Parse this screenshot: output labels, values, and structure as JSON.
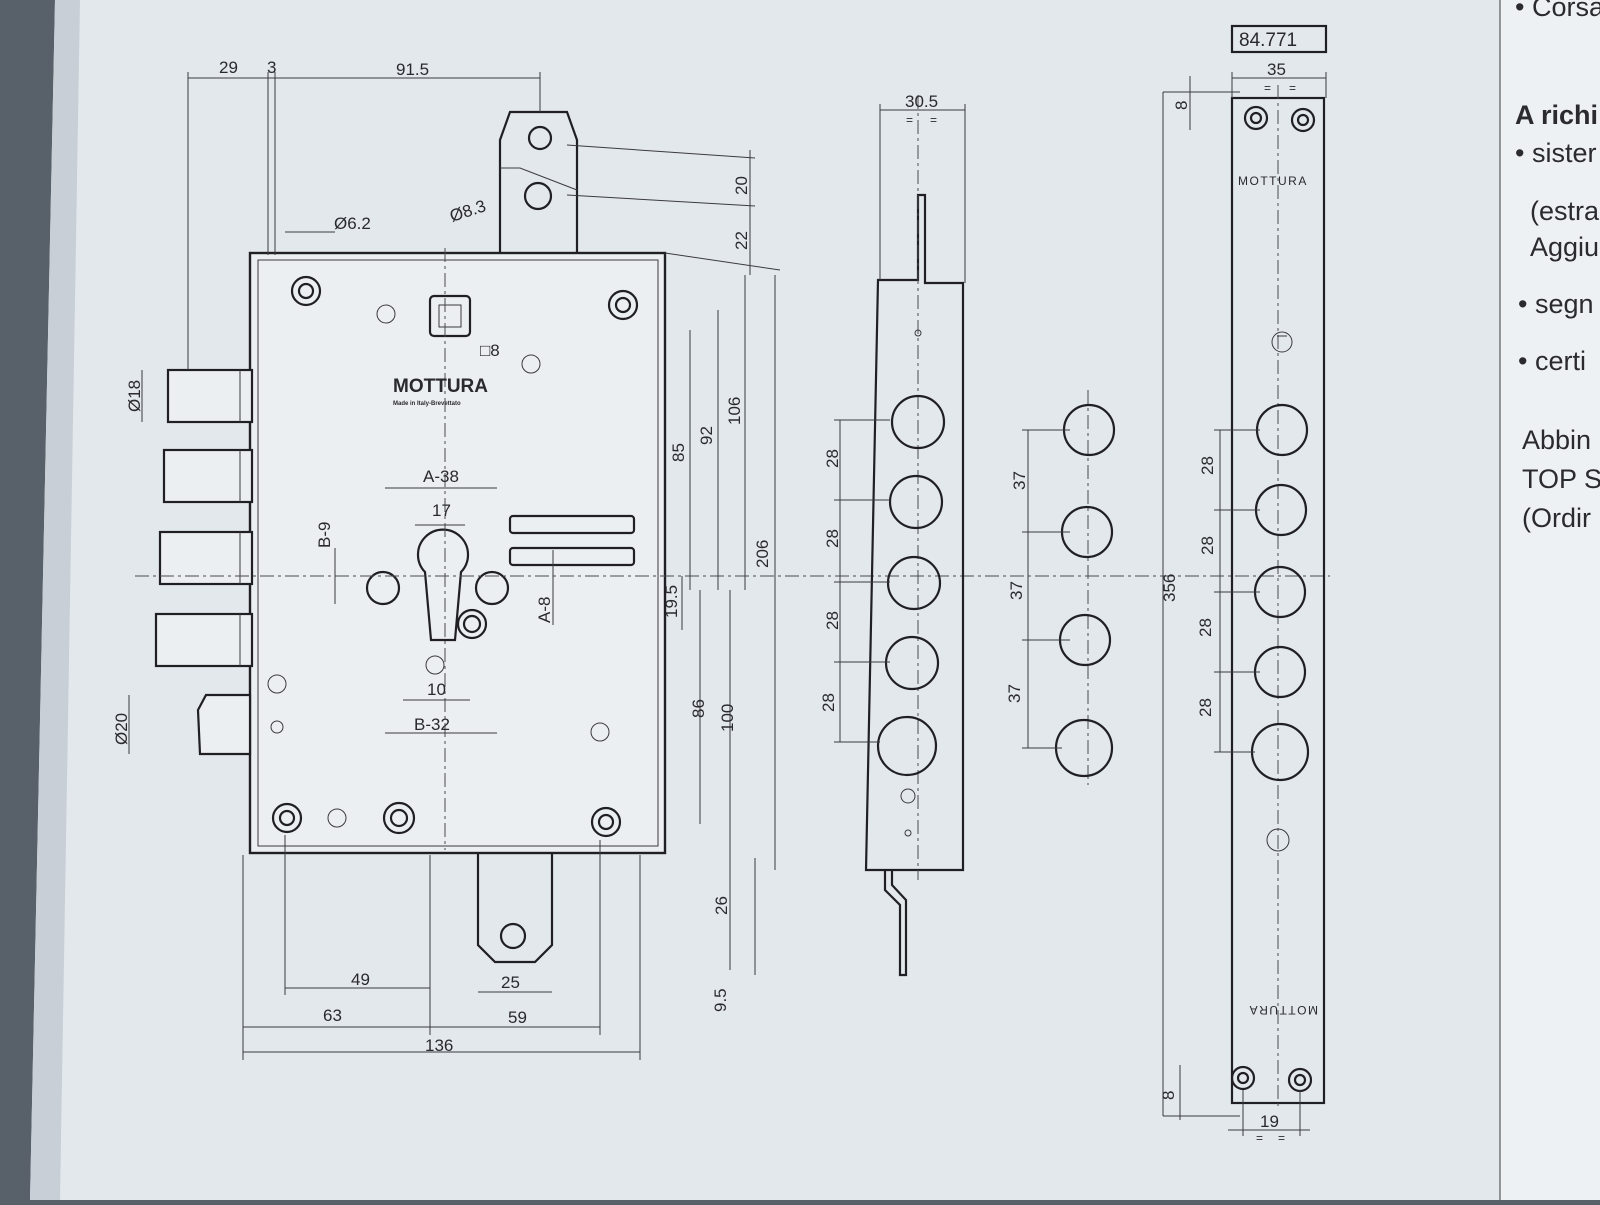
{
  "drawing": {
    "ref_code": "84.771",
    "brand_main": "MOTTURA",
    "brand_small": "Made in Italy-Brevettato",
    "plate_top_text": "MOTTURA",
    "plate_bottom_text": "MOTTURA"
  },
  "dimensions": {
    "d29": "29",
    "d3": "3",
    "d91_5": "91.5",
    "d6_2": "Ø6.2",
    "d8_3": "Ø8.3",
    "d20": "20",
    "d22": "22",
    "d8sq": "□8",
    "d18": "Ø18",
    "d20b": "Ø20",
    "a38": "A-38",
    "d17": "17",
    "b9": "B-9",
    "a8": "A-8",
    "d10": "10",
    "b32": "B-32",
    "d85": "85",
    "d92": "92",
    "d106": "106",
    "d206": "206",
    "d19_5": "19.5",
    "d86": "86",
    "d100": "100",
    "d26": "26",
    "d9_5": "9.5",
    "d49": "49",
    "d25": "25",
    "d63": "63",
    "d59": "59",
    "d136": "136",
    "d30_5": "30.5",
    "d28": "28",
    "d37": "37",
    "d35": "35",
    "d8": "8",
    "d356": "356",
    "d19": "19",
    "eq": "="
  },
  "sidebar": {
    "lines": [
      "• Corsa",
      "A richi",
      "• sister",
      "(estra",
      "Aggiu",
      "• segn",
      "• certi",
      "Abbin",
      "TOP S",
      "(Ordir"
    ]
  }
}
